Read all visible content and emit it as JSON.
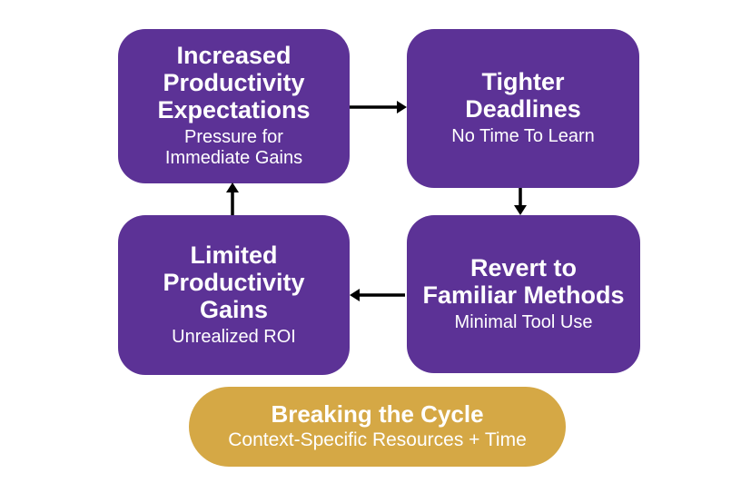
{
  "diagram": {
    "colors": {
      "box_purple": "#5C3296",
      "box_gold": "#D5A845",
      "box_text": "#FFFFFF",
      "arrow": "#000000",
      "background": "#FFFFFF"
    },
    "boxes": [
      {
        "name": "increased-productivity-expectations",
        "title": "Increased\nProductivity\nExpectations",
        "subtitle": "Pressure for\nImmediate Gains"
      },
      {
        "name": "tighter-deadlines",
        "title": "Tighter\nDeadlines",
        "subtitle": "No Time To Learn"
      },
      {
        "name": "revert-to-familiar-methods",
        "title": "Revert to\nFamiliar Methods",
        "subtitle": "Minimal Tool Use"
      },
      {
        "name": "limited-productivity-gains",
        "title": "Limited\nProductivity\nGains",
        "subtitle": "Unrealized ROI"
      }
    ],
    "solution": {
      "title": "Breaking the Cycle",
      "subtitle": "Context-Specific Resources + Time"
    },
    "arrows": [
      {
        "name": "arrow-top-left-to-top-right",
        "direction": "right"
      },
      {
        "name": "arrow-top-right-to-bottom-right",
        "direction": "down"
      },
      {
        "name": "arrow-bottom-right-to-bottom-left",
        "direction": "left"
      },
      {
        "name": "arrow-bottom-left-to-top-left",
        "direction": "up"
      }
    ]
  }
}
